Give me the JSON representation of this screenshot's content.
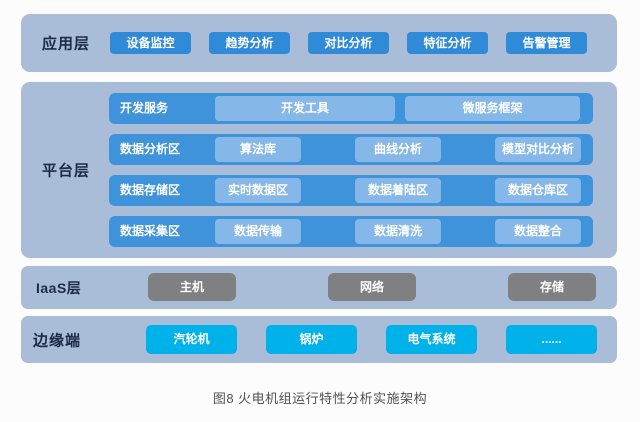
{
  "colors": {
    "page-bg": "#fcfcfc",
    "layer-bg": "#a9bcd8",
    "app-button": "#2f8ad8",
    "row-bg": "#3f93da",
    "light-button": "#85b7e8",
    "gray-button": "#7f8081",
    "cyan-button": "#00b1ea",
    "label-text": "#1b2b45",
    "button-text": "#ffffff",
    "caption-text": "#515151"
  },
  "layers": {
    "application": {
      "label": "应用层",
      "buttons": [
        "设备监控",
        "趋势分析",
        "对比分析",
        "特征分析",
        "告警管理"
      ]
    },
    "platform": {
      "label": "平台层",
      "rows": [
        {
          "label": "开发服务",
          "buttons": [
            "开发工具",
            "微服务框架"
          ]
        },
        {
          "label": "数据分析区",
          "buttons": [
            "算法库",
            "曲线分析",
            "模型对比分析"
          ]
        },
        {
          "label": "数据存储区",
          "buttons": [
            "实时数据区",
            "数据着陆区",
            "数据仓库区"
          ]
        },
        {
          "label": "数据采集区",
          "buttons": [
            "数据传输",
            "数据清洗",
            "数据整合"
          ]
        }
      ]
    },
    "iaas": {
      "label": "IaaS层",
      "buttons": [
        "主机",
        "网络",
        "存储"
      ]
    },
    "edge": {
      "label": "边缘端",
      "buttons": [
        "汽轮机",
        "锅炉",
        "电气系统",
        "......"
      ]
    }
  },
  "caption": "图8 火电机组运行特性分析实施架构"
}
